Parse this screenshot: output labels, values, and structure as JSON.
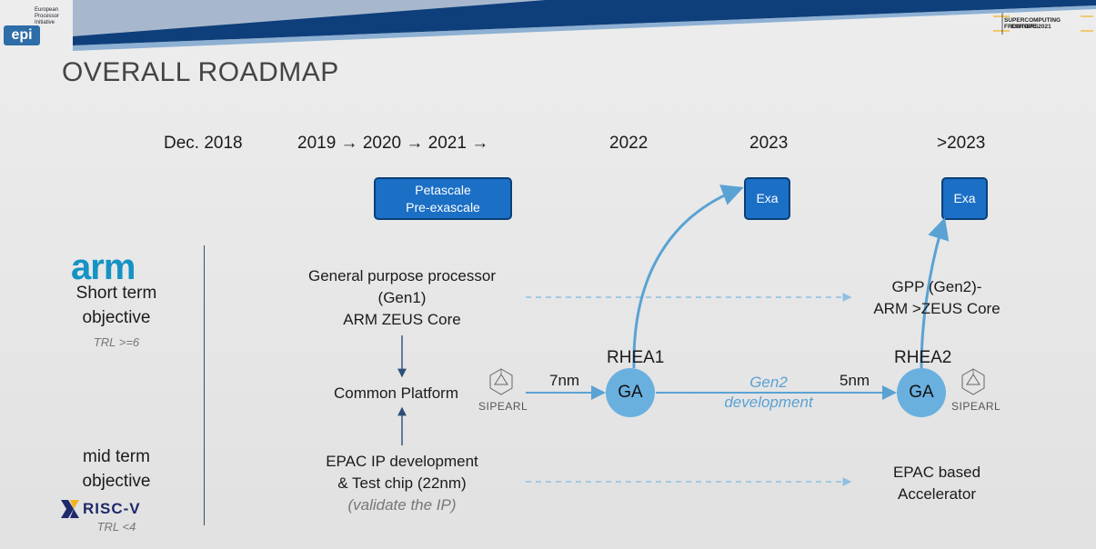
{
  "header": {
    "logo_text": "epi",
    "org_lines": [
      "European",
      "Processor",
      "Initiative"
    ],
    "event_lines": [
      "SUPERCOMPUTING FRONTIERS",
      "EUROPE 2021"
    ]
  },
  "title": "OVERALL ROADMAP",
  "timeline": {
    "dec2018": "Dec. 2018",
    "range": "2019 → 2020 → 2021 →",
    "y2022": "2022",
    "y2023": "2023",
    "beyond": ">2023"
  },
  "boxes": {
    "petascale_line1": "Petascale",
    "petascale_line2": "Pre-exascale",
    "exa_a": "Exa",
    "exa_b": "Exa"
  },
  "left": {
    "arm_logo": "arm",
    "short_line1": "Short term",
    "short_line2": "objective",
    "short_trl": "TRL >=6",
    "mid_line1": "mid term",
    "mid_line2": "objective",
    "riscv_logo": "RISC-V",
    "mid_trl": "TRL <4"
  },
  "center": {
    "gpp_line1": "General purpose processor",
    "gpp_line2": "(Gen1)",
    "gpp_line3": "ARM ZEUS Core",
    "common": "Common Platform",
    "epac_line1": "EPAC IP development",
    "epac_line2": "& Test chip (22nm)",
    "epac_line3": "(validate the IP)"
  },
  "right": {
    "rhea1": "RHEA1",
    "rhea2": "RHEA2",
    "ga1": "GA",
    "ga2": "GA",
    "nm7": "7nm",
    "nm5": "5nm",
    "gen2_line1": "Gen2",
    "gen2_line2": "development",
    "gpp2_line1": "GPP (Gen2)-",
    "gpp2_line2": "ARM >ZEUS Core",
    "epacb_line1": "EPAC based",
    "epacb_line2": "Accelerator",
    "sipearl_a": "SIPEARL",
    "sipearl_b": "SIPEARL"
  },
  "colors": {
    "accent": "#6ab0df",
    "box_fill": "#1b6fc5",
    "box_border": "#0a3f78",
    "arm_blue": "#1493c4",
    "riscv_navy": "#1e2a6b",
    "riscv_gold": "#f2b31b"
  }
}
